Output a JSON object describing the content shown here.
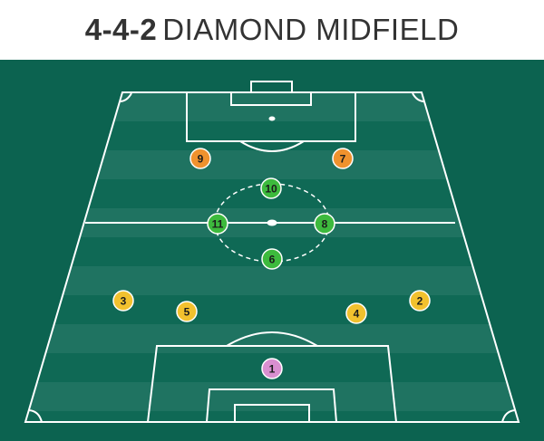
{
  "title": {
    "formation": "4-4-2",
    "name": "DIAMOND MIDFIELD"
  },
  "colors": {
    "background_dark": "#0c6350",
    "stripe_light": "#1f7361",
    "stripe_dark": "#0f6955",
    "lines": "#ffffff",
    "goalkeeper": "#d98fd0",
    "defenders": "#f2c12e",
    "midfielders": "#3dba3d",
    "forwards": "#f0922e"
  },
  "players": [
    {
      "number": "1",
      "role": "goalkeeper"
    },
    {
      "number": "2",
      "role": "defender"
    },
    {
      "number": "3",
      "role": "defender"
    },
    {
      "number": "4",
      "role": "defender"
    },
    {
      "number": "5",
      "role": "defender"
    },
    {
      "number": "6",
      "role": "midfielder"
    },
    {
      "number": "7",
      "role": "forward"
    },
    {
      "number": "8",
      "role": "midfielder"
    },
    {
      "number": "9",
      "role": "forward"
    },
    {
      "number": "10",
      "role": "midfielder"
    },
    {
      "number": "11",
      "role": "midfielder"
    }
  ]
}
